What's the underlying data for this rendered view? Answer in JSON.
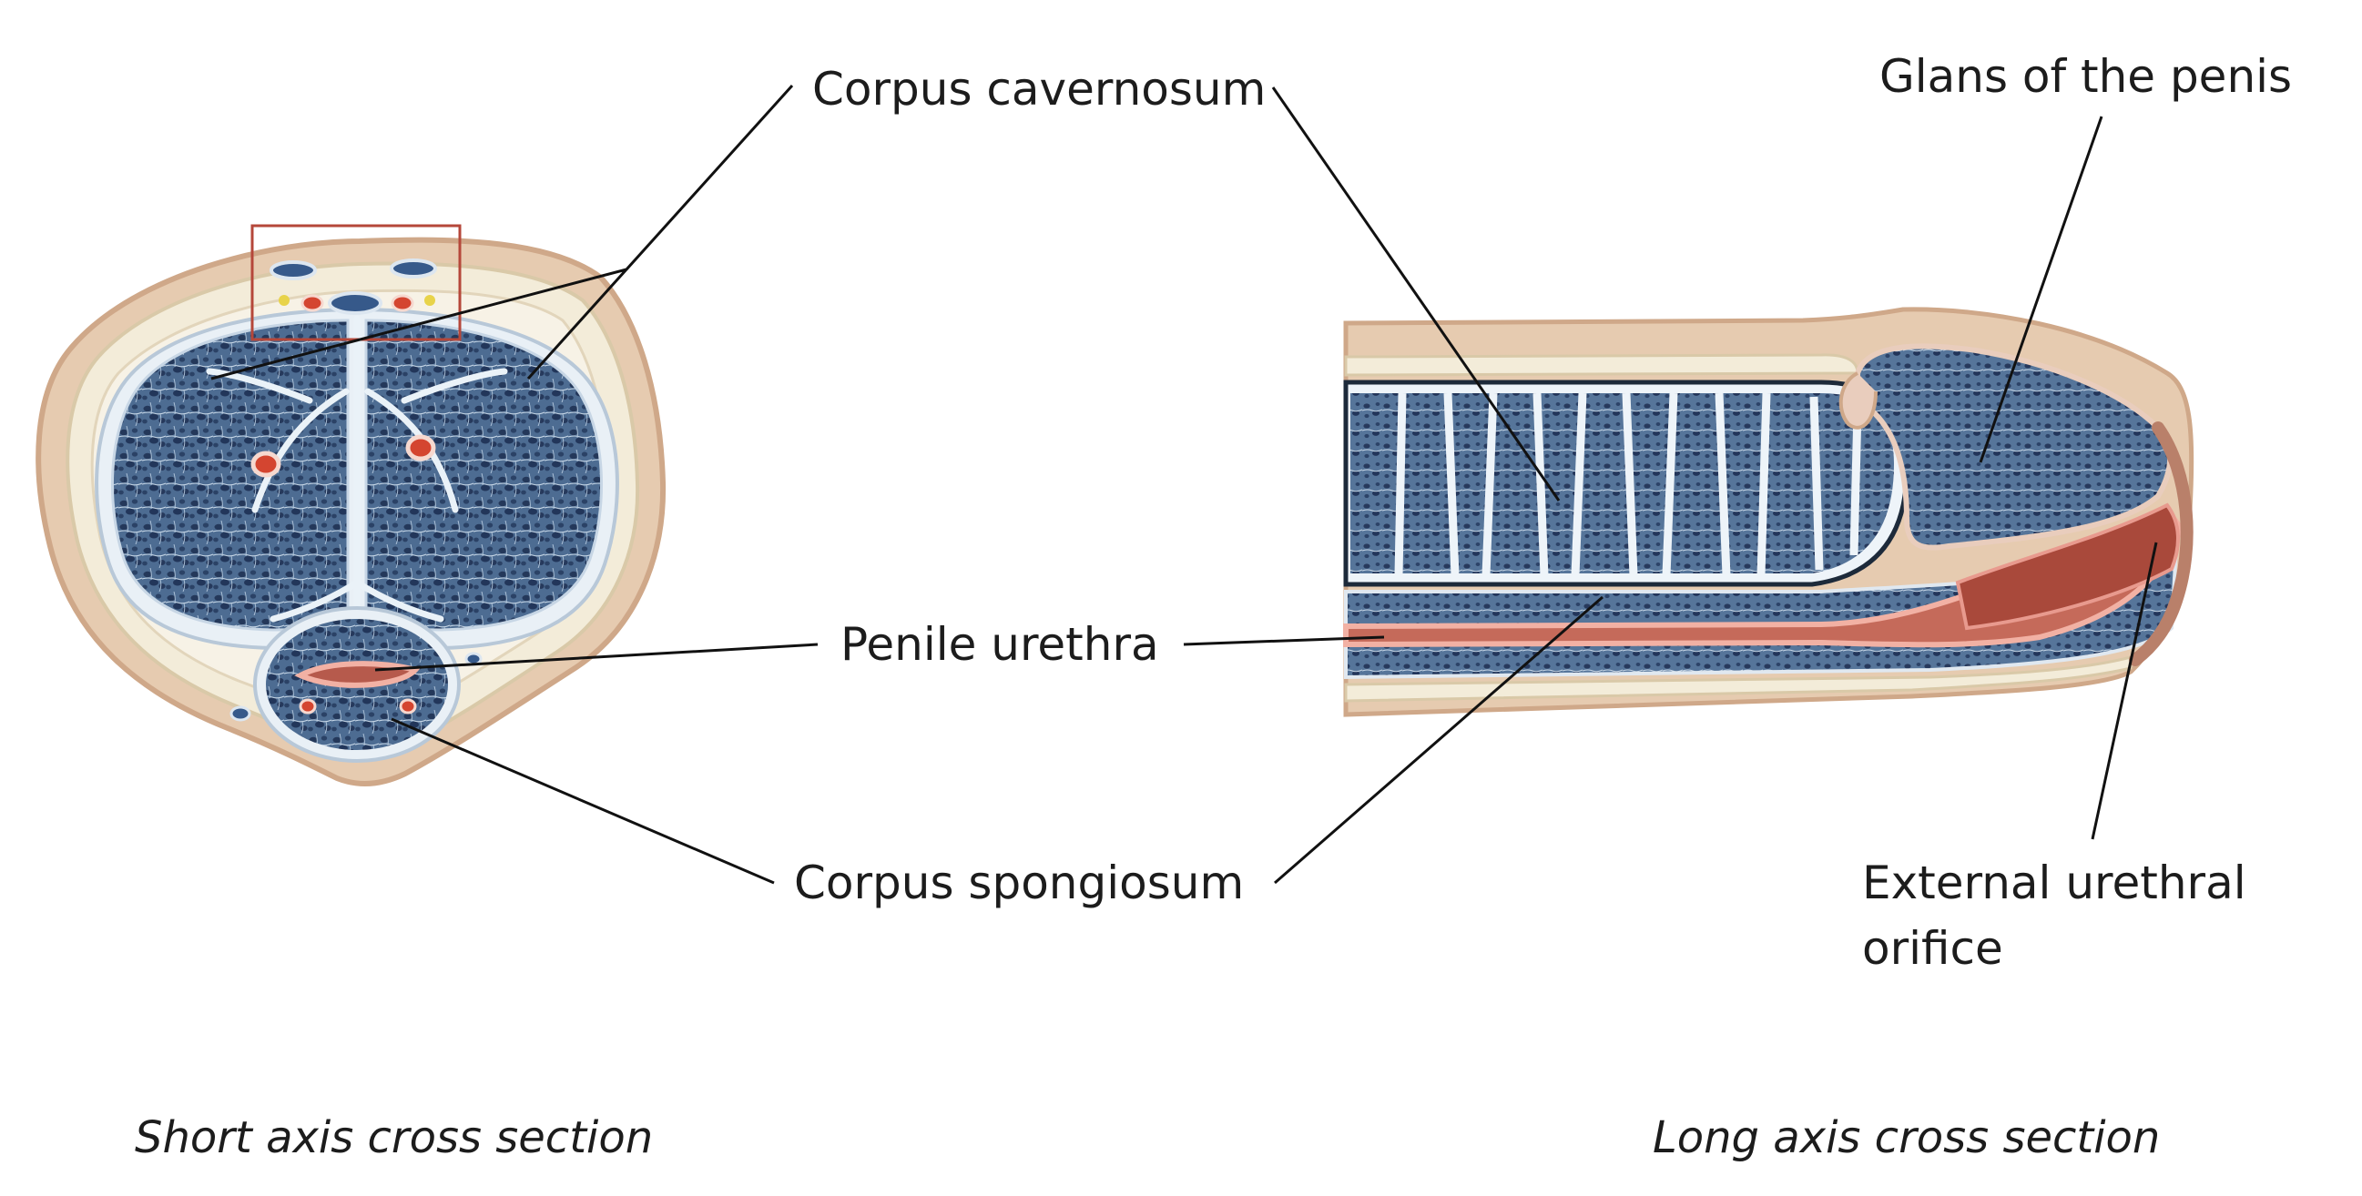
{
  "labels": {
    "corpus_cavernosum": "Corpus cavernosum",
    "penile_urethra": "Penile urethra",
    "corpus_spongiosum": "Corpus spongiosum",
    "glans": "Glans of the penis",
    "external_orifice": "External urethral orifice"
  },
  "captions": {
    "short_axis": "Short axis cross section",
    "long_axis": "Long axis cross section"
  },
  "colors": {
    "skin": "#e6cbb0",
    "skin_outline": "#cfa889",
    "fascia": "#f3ecd9",
    "spongy_tissue": "#4d6c92",
    "spongy_dark": "#2b4266",
    "septum": "#eaf2f8",
    "urethra_lining": "#e89a8e",
    "urethra_lumen": "#b65a4c",
    "artery": "#d44530",
    "vein": "#36598a",
    "nerve": "#e8d34a",
    "highlight_box": "#b5473a",
    "leader_line": "#111111"
  }
}
